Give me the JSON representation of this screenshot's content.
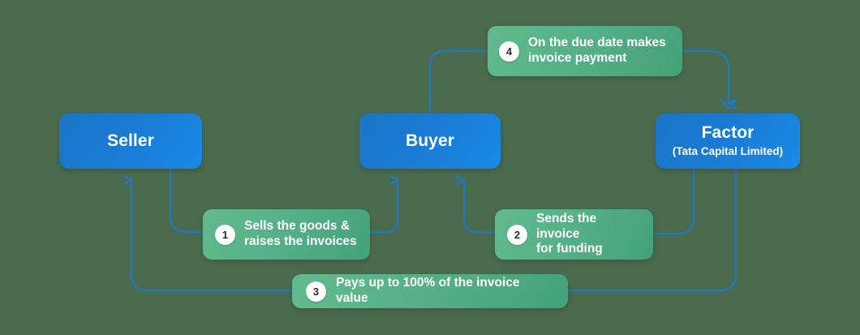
{
  "diagram": {
    "title": "Invoice factoring process flow",
    "background_color": "#4a6b4e",
    "entity_color": "#1a7ad2",
    "step_color": "#55b088",
    "connector_color": "#1a7ad2",
    "entities": [
      {
        "id": "seller",
        "title": "Seller",
        "subtitle": ""
      },
      {
        "id": "buyer",
        "title": "Buyer",
        "subtitle": ""
      },
      {
        "id": "factor",
        "title": "Factor",
        "subtitle": "(Tata Capital Limited)"
      }
    ],
    "steps": [
      {
        "number": "1",
        "text": "Sells the goods &\nraises the invoices"
      },
      {
        "number": "2",
        "text": "Sends the invoice\nfor funding"
      },
      {
        "number": "3",
        "text": "Pays up to 100% of the invoice value"
      },
      {
        "number": "4",
        "text": "On the due date makes\ninvoice payment"
      }
    ],
    "connectors": [
      {
        "id": "seller-to-step1",
        "from": "seller",
        "to": "step-1",
        "arrow": false
      },
      {
        "id": "step1-to-buyer",
        "from": "step-1",
        "to": "buyer",
        "arrow": true
      },
      {
        "id": "step2-to-buyer",
        "from": "step-2",
        "to": "buyer",
        "arrow": true
      },
      {
        "id": "factor-to-step2",
        "from": "factor",
        "to": "step-2",
        "arrow": false
      },
      {
        "id": "buyer-to-step4",
        "from": "buyer",
        "to": "step-4",
        "arrow": false
      },
      {
        "id": "step4-to-factor",
        "from": "step-4",
        "to": "factor",
        "arrow": true
      },
      {
        "id": "factor-to-step3",
        "from": "factor",
        "to": "step-3",
        "arrow": false
      },
      {
        "id": "step3-to-seller",
        "from": "step-3",
        "to": "seller",
        "arrow": true
      }
    ]
  }
}
